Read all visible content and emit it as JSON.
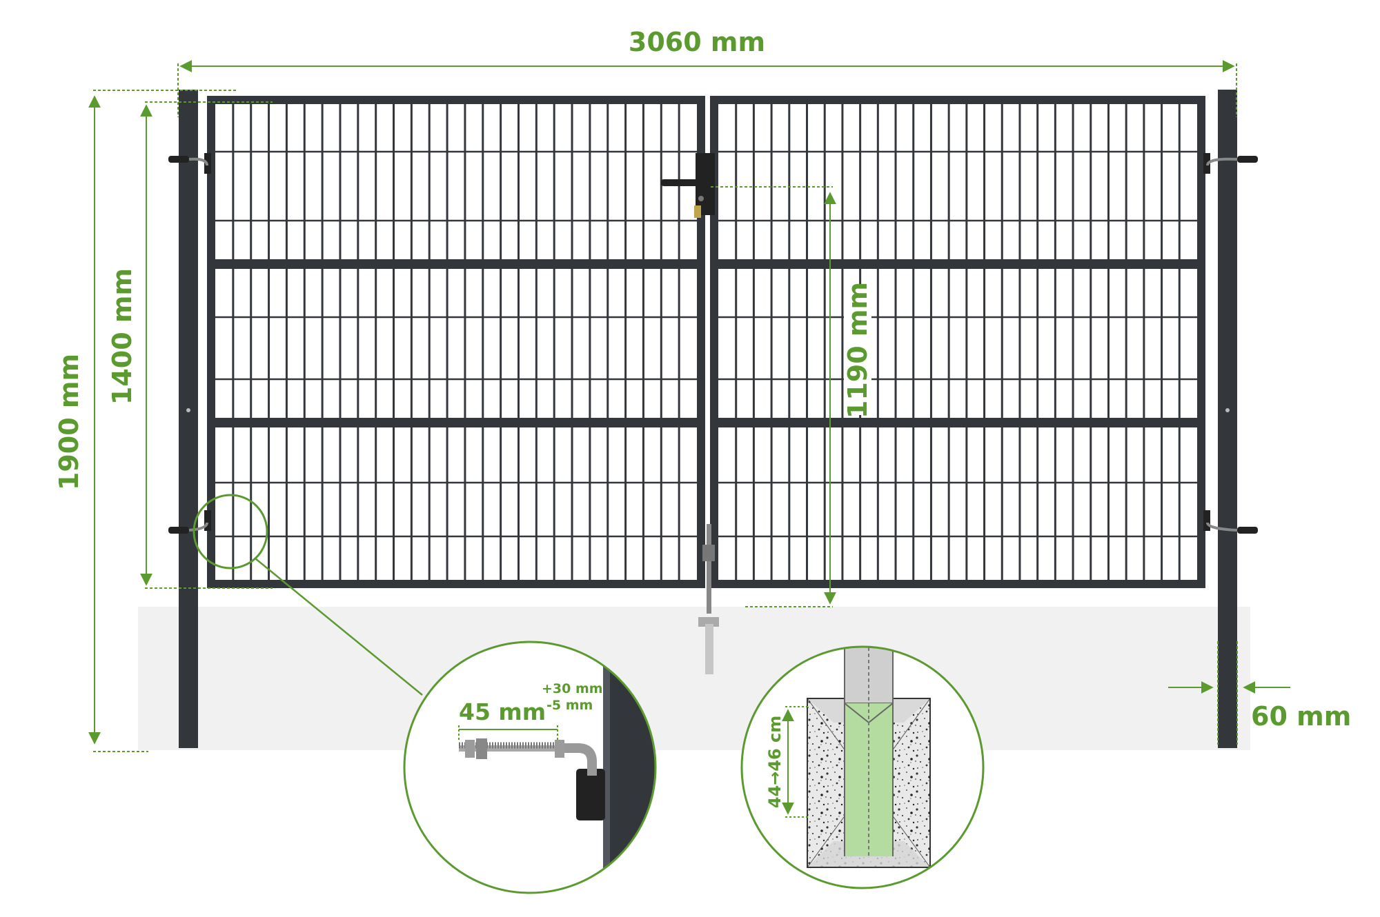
{
  "dimensions": {
    "total_width": "3060 mm",
    "post_height": "1900 mm",
    "gate_height": "1400 mm",
    "handle_height": "1190 mm",
    "post_width": "60 mm"
  },
  "hinge_detail": {
    "bolt_length": "45 mm",
    "tolerance_plus": "+30 mm",
    "tolerance_minus": "-5 mm"
  },
  "foundation_detail": {
    "depth": "44→46 cm"
  },
  "colors": {
    "accent": "#5a9a2e",
    "frame": "#33373c",
    "ground": "#f1f1f1",
    "concrete": "#e6e6e6",
    "post_in_concrete": "#b5dca0"
  }
}
